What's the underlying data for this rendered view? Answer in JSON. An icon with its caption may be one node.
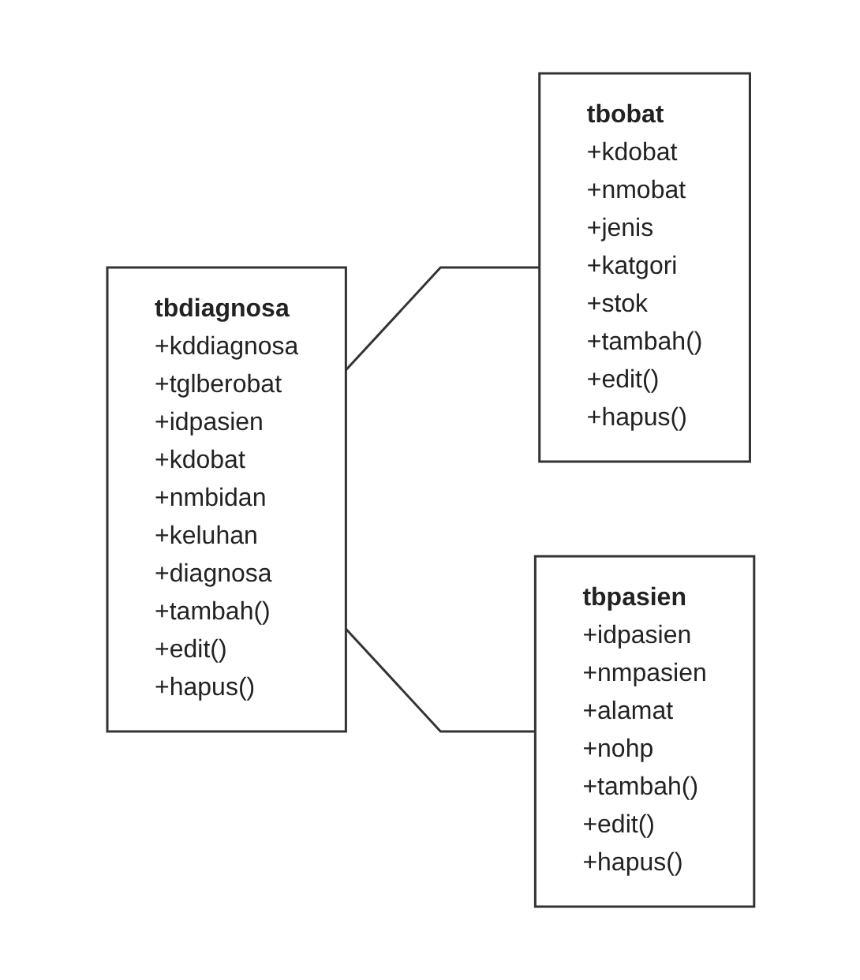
{
  "diagram": {
    "nodes": [
      {
        "text": [
          "tbdiagnosa",
          "+kddiagnosa",
          "+tglberobat",
          "+idpasien",
          "+kdobat",
          "+nmbidan",
          "+keluhan",
          "+diagnosa",
          "+tambah()",
          "+edit()",
          "+hapus()"
        ]
      },
      {
        "text": [
          "tbobat",
          "+kdobat",
          "+nmobat",
          "+jenis",
          "+katgori",
          "+stok",
          "+tambah()",
          "+edit()",
          "+hapus()"
        ]
      },
      {
        "text": [
          "tbpasien",
          "+idpasien",
          "+nmpasien",
          "+alamat",
          "+nohp",
          "+tambah()",
          "+edit()",
          "+hapus()"
        ]
      }
    ],
    "edges": [
      {
        "from": 0,
        "to": 1,
        "arrow": "none"
      },
      {
        "from": 0,
        "to": 2,
        "arrow": "none"
      }
    ]
  }
}
